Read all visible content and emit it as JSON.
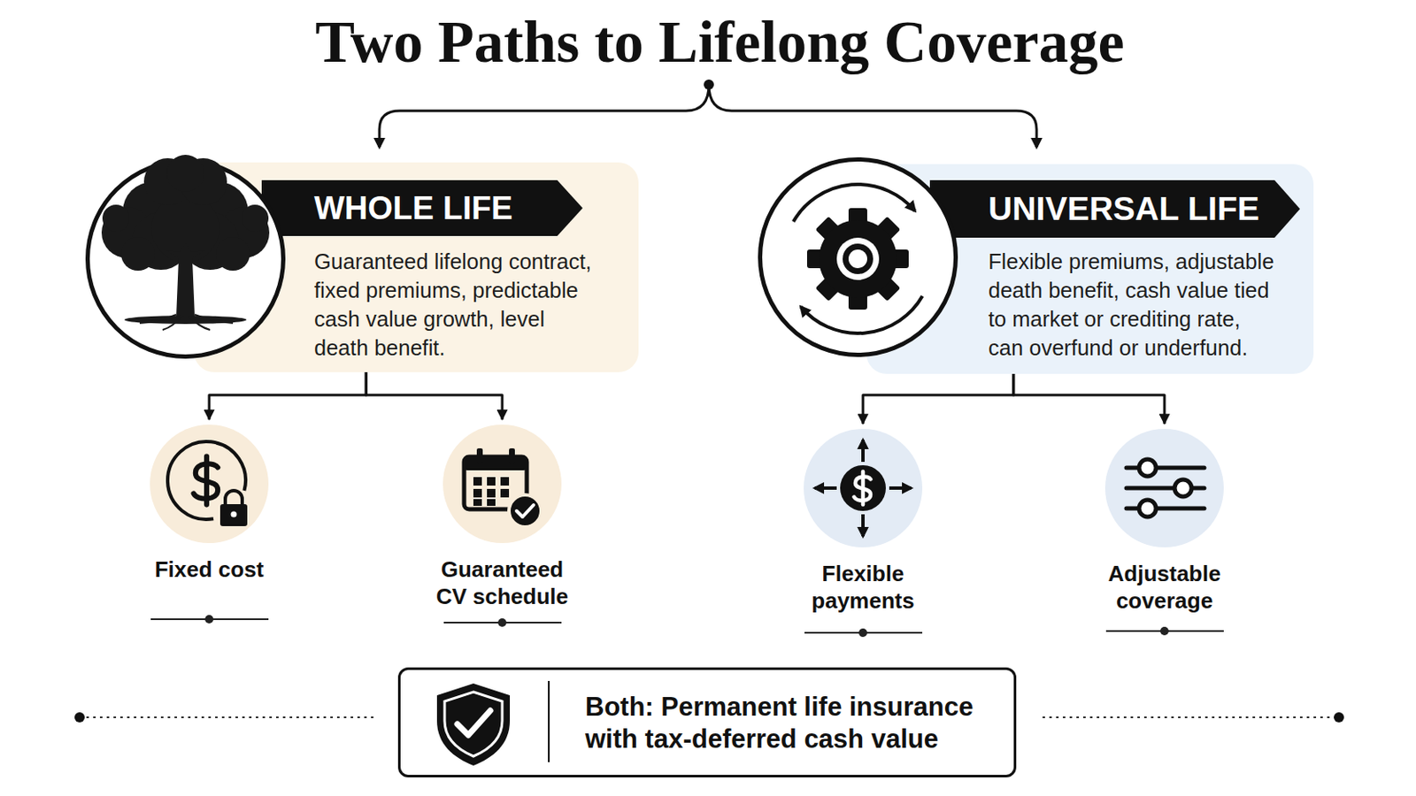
{
  "diagram": {
    "title": "Two Paths to Lifelong Coverage",
    "nodes": [
      {
        "text": [
          "WHOLE LIFE",
          "Guaranteed lifelong contract, fixed premiums, predictable cash value growth, level death benefit."
        ]
      },
      {
        "text": [
          "UNIVERSAL LIFE",
          "Flexible premiums, adjustable death benefit, cash value tied to market or crediting rate, can overfund or underfund."
        ]
      },
      {
        "text": [
          "Fixed cost"
        ]
      },
      {
        "text": [
          "Guaranteed CV schedule"
        ]
      },
      {
        "text": [
          "Flexible payments"
        ]
      },
      {
        "text": [
          "Adjustable coverage"
        ]
      },
      {
        "text": [
          "Both: Permanent life insurance with tax-deferred cash value"
        ]
      }
    ],
    "edges": [
      {
        "from": 0,
        "to": 2,
        "arrow": "to"
      },
      {
        "from": 0,
        "to": 3,
        "arrow": "to"
      },
      {
        "from": 1,
        "to": 4,
        "arrow": "to"
      },
      {
        "from": 1,
        "to": 5,
        "arrow": "to"
      }
    ]
  }
}
